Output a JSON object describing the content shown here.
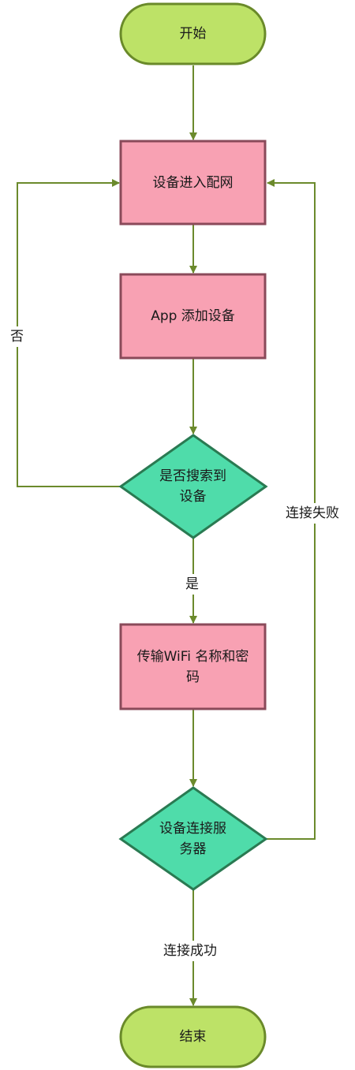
{
  "nodes": {
    "start": "开始",
    "enter_config": "设备进入配网",
    "app_add": "App 添加设备",
    "found_q": "是否搜索到\n设备",
    "send_wifi": "传输WiFi 名称和密\n码",
    "connect_q": "设备连接服\n务器",
    "end": "结束"
  },
  "edges": {
    "no": "否",
    "yes": "是",
    "connect_fail": "连接失败",
    "connect_ok": "连接成功"
  },
  "colors": {
    "terminal_fill": "#bde267",
    "terminal_stroke": "#6a8a2a",
    "process_fill": "#f8a1b3",
    "process_stroke": "#8a4a5a",
    "decision_fill": "#4fdcaa",
    "decision_stroke": "#2a7a52",
    "connector": "#6b8a2c"
  }
}
